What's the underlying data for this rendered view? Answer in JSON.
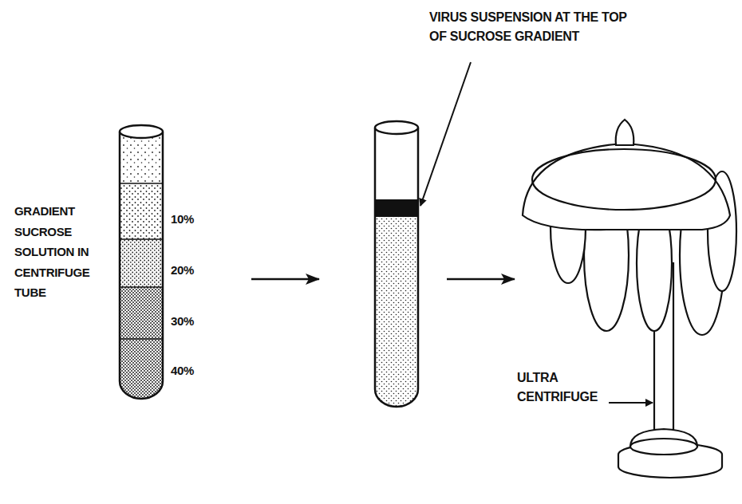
{
  "diagram": {
    "labels": [
      "GRADIENT SUCROSE SOLUTION IN CENTRIFUGE TUBE",
      "10%",
      "20%",
      "30%",
      "40%",
      "VIRUS SUSPENSION AT THE TOP OF SUCROSE GRADIENT",
      "ULTRA CENTRIFUGE"
    ]
  }
}
